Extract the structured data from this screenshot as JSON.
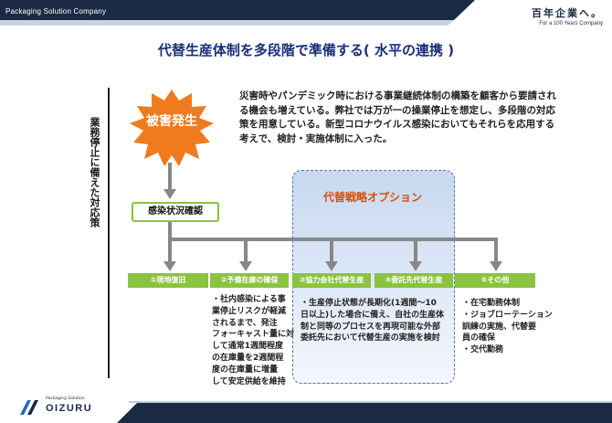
{
  "header": {
    "company": "Packaging Solution Company",
    "motto": "百年企業へ。",
    "motto_sub": "For a 100 Years Company"
  },
  "title": "代替生産体制を多段階で準備する( 水平の連携 )",
  "side_label": "業務停止に備えた対応策",
  "description": "災害時やパンデミック時における事業継続体制の構築を顧客から要請される機会も増えている。弊社では万が一の操業停止を想定し、多段階の対応策を用意している。新型コロナウイルス感染においてもそれらを応用する考えで、検討・実施体制に入った。",
  "burst_label": "被害発生",
  "stage_label": "感染状況確認",
  "option_title": "代替戦略オプション",
  "options": [
    {
      "label": "①現地復旧"
    },
    {
      "label": "②予備在庫の確保",
      "notes": [
        "・社内感染による事",
        "業停止リスクが軽減",
        "されるまで、発注",
        "フォーキャスト量に対",
        "して通常1週間程度",
        "の在庫量を2週間程",
        "度の在庫量に増量",
        "して安定供給を維持"
      ]
    },
    {
      "label": "③協力会社代替生産"
    },
    {
      "label": "④委託先代替生産"
    },
    {
      "label": "⑤その他",
      "notes": [
        "・在宅勤務体制",
        "・ジョブローテーション",
        "訓練の実施、代替要",
        "員の確保",
        "・交代勤務"
      ]
    }
  ],
  "shared_notes": [
    "・生産停止状態が長期化(1週間～10",
    "日以上)した場合に備え、自社の生産体",
    "制と同等のプロセスを再現可能な外部",
    "委託先において代替生産の実施を検討"
  ],
  "footer": {
    "logo_small": "Packaging Solution",
    "logo_text": "OIZURU"
  },
  "colors": {
    "navy": "#1b2a44",
    "accent_green": "#8ac340",
    "burst_orange": "#f07a1e",
    "title_blue": "#1a2f7a",
    "option_orange": "#d94f0a"
  }
}
